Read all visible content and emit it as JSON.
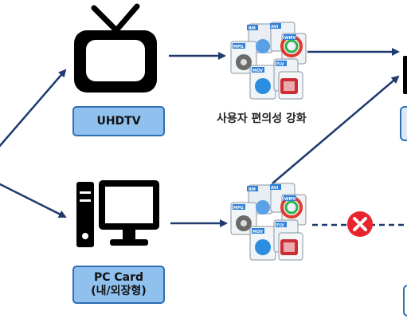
{
  "nodes": {
    "uhdtv": {
      "label": "UHDTV"
    },
    "pc": {
      "line1": "PC Card",
      "line2": "(내/외장형)"
    }
  },
  "captions": {
    "convenience": "사용자 편의성 강화"
  },
  "file_badges": [
    "RM",
    "AVI",
    "WMV",
    "MPG",
    "MOV",
    "FLV"
  ],
  "colors": {
    "arrow": "#1f3a6e",
    "box_fill": "#8fc0ee",
    "box_border": "#2f6fb3",
    "blocked": "#e8242d"
  },
  "icons": [
    "tv-icon",
    "pc-icon",
    "media-files-icon",
    "blocked-icon"
  ]
}
